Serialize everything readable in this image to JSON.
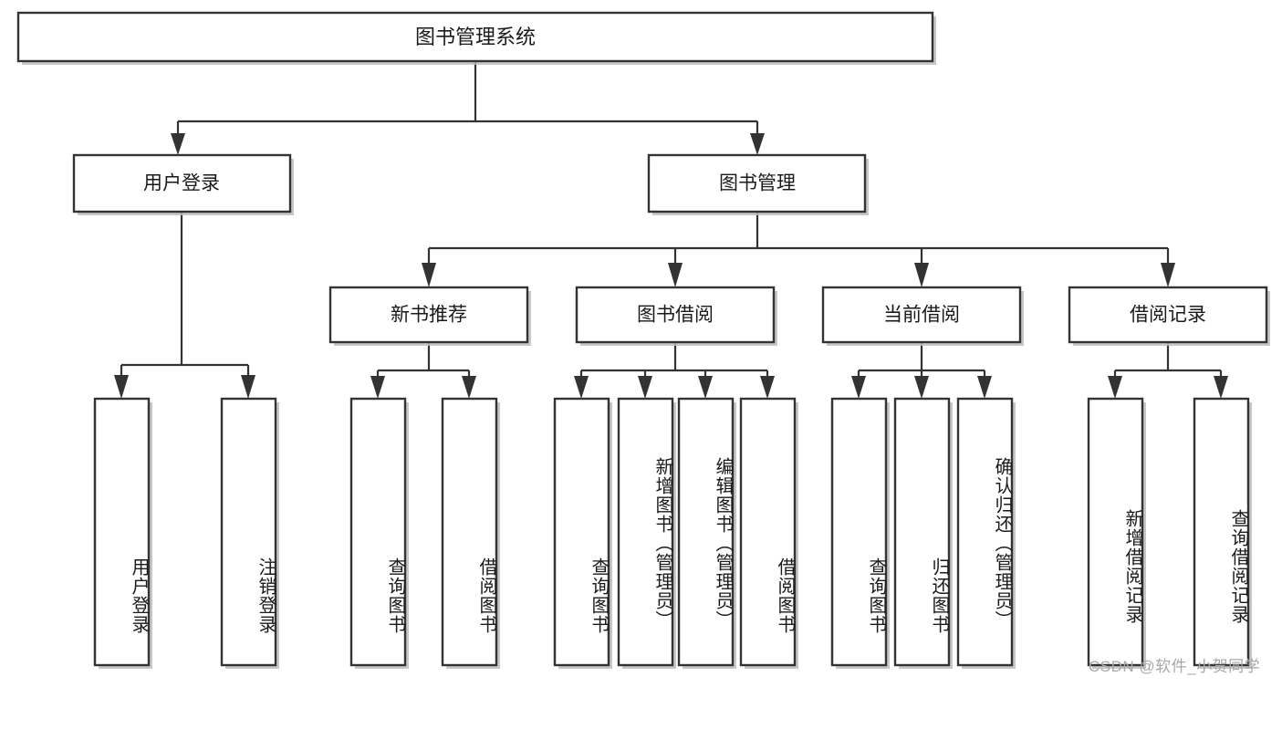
{
  "diagram": {
    "type": "tree-hierarchy-chart",
    "title": "图书管理系统",
    "orientation": "top-down",
    "colors": {
      "box_stroke": "#333333",
      "box_fill": "#ffffff",
      "connector": "#333333",
      "shadow": "#bdbdbd",
      "text": "#1a1a1a",
      "watermark": "#a8a8a8",
      "background": "#ffffff"
    },
    "levels": [
      {
        "level": 1,
        "nodes": [
          {
            "id": "root",
            "label": "图书管理系统",
            "orientation": "horizontal"
          }
        ]
      },
      {
        "level": 2,
        "nodes": [
          {
            "id": "login",
            "label": "用户登录",
            "orientation": "horizontal",
            "parent": "root"
          },
          {
            "id": "bookmgmt",
            "label": "图书管理",
            "orientation": "horizontal",
            "parent": "root"
          }
        ]
      },
      {
        "level": 3,
        "nodes": [
          {
            "id": "newbook",
            "label": "新书推荐",
            "orientation": "horizontal",
            "parent": "bookmgmt"
          },
          {
            "id": "borrow",
            "label": "图书借阅",
            "orientation": "horizontal",
            "parent": "bookmgmt"
          },
          {
            "id": "current",
            "label": "当前借阅",
            "orientation": "horizontal",
            "parent": "bookmgmt"
          },
          {
            "id": "records",
            "label": "借阅记录",
            "orientation": "horizontal",
            "parent": "bookmgmt"
          }
        ]
      },
      {
        "level": 4,
        "nodes": [
          {
            "id": "leaf-1",
            "label": "用户登录",
            "orientation": "vertical",
            "parent": "login"
          },
          {
            "id": "leaf-2",
            "label": "注销登录",
            "orientation": "vertical",
            "parent": "login"
          },
          {
            "id": "leaf-3",
            "label": "查询图书",
            "orientation": "vertical",
            "parent": "newbook"
          },
          {
            "id": "leaf-4",
            "label": "借阅图书",
            "orientation": "vertical",
            "parent": "newbook"
          },
          {
            "id": "leaf-5",
            "label": "查询图书",
            "orientation": "vertical",
            "parent": "borrow"
          },
          {
            "id": "leaf-6",
            "label": "新增图书（管理员）",
            "orientation": "vertical",
            "parent": "borrow"
          },
          {
            "id": "leaf-7",
            "label": "编辑图书（管理员）",
            "orientation": "vertical",
            "parent": "borrow"
          },
          {
            "id": "leaf-8",
            "label": "借阅图书",
            "orientation": "vertical",
            "parent": "borrow"
          },
          {
            "id": "leaf-9",
            "label": "查询图书",
            "orientation": "vertical",
            "parent": "current"
          },
          {
            "id": "leaf-10",
            "label": "归还图书",
            "orientation": "vertical",
            "parent": "current"
          },
          {
            "id": "leaf-11",
            "label": "确认归还（管理员）",
            "orientation": "vertical",
            "parent": "current"
          },
          {
            "id": "leaf-12",
            "label": "新增借阅记录",
            "orientation": "vertical",
            "parent": "records"
          },
          {
            "id": "leaf-13",
            "label": "查询借阅记录",
            "orientation": "vertical",
            "parent": "records"
          }
        ]
      }
    ]
  },
  "watermark": {
    "text": "CSDN @软件_小贺同学"
  }
}
